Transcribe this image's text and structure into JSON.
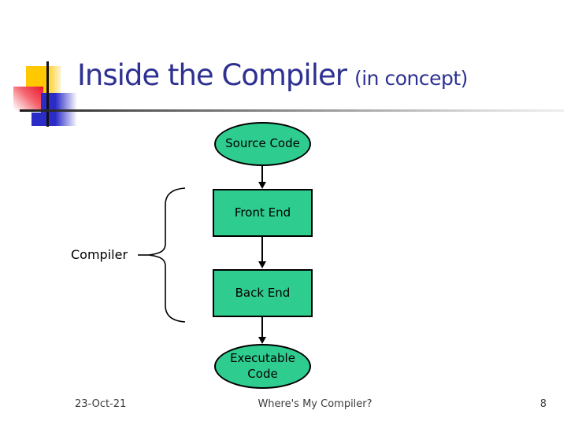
{
  "slide": {
    "title": "Inside the Compiler",
    "title_suffix": "(in concept)",
    "footer": {
      "date": "23-Oct-21",
      "center_text": "Where's My Compiler?",
      "page_number": "8"
    },
    "colors": {
      "title_text": "#2E3192",
      "shape_fill": "#2FCC90",
      "shape_border": "#000000",
      "accent_yellow": "#FFC800",
      "accent_red": "#E8152C",
      "accent_blue": "#2B2BC8",
      "footer_text": "#3D3D3D"
    }
  },
  "diagram": {
    "type": "flowchart",
    "nodes": [
      {
        "id": "source-code",
        "shape": "ellipse",
        "label": "Source Code"
      },
      {
        "id": "front-end",
        "shape": "rect",
        "label": "Front End"
      },
      {
        "id": "back-end",
        "shape": "rect",
        "label": "Back End"
      },
      {
        "id": "executable-code",
        "shape": "ellipse",
        "label": "Executable Code"
      }
    ],
    "edges": [
      {
        "from": "source-code",
        "to": "front-end",
        "style": "arrow-down"
      },
      {
        "from": "front-end",
        "to": "back-end",
        "style": "arrow-down"
      },
      {
        "from": "back-end",
        "to": "executable-code",
        "style": "arrow-down"
      }
    ],
    "group": {
      "label": "Compiler",
      "members": [
        "front-end",
        "back-end"
      ],
      "marker": "left-curly-brace"
    }
  }
}
